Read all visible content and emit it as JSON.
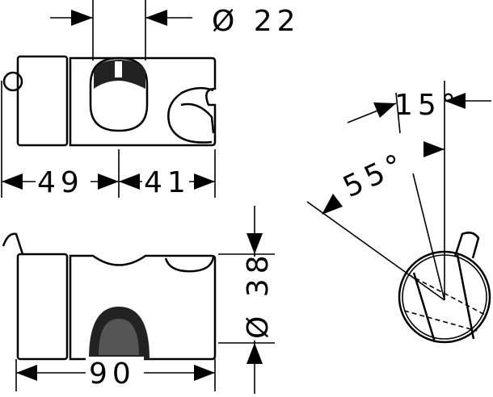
{
  "drawing": {
    "dims": {
      "bar_diameter": "Ø 22",
      "left_width": "49",
      "right_width": "41",
      "angle_small": "15°",
      "angle_large": "55°",
      "clamp_diameter": "Ø 38",
      "total_width": "90"
    }
  }
}
